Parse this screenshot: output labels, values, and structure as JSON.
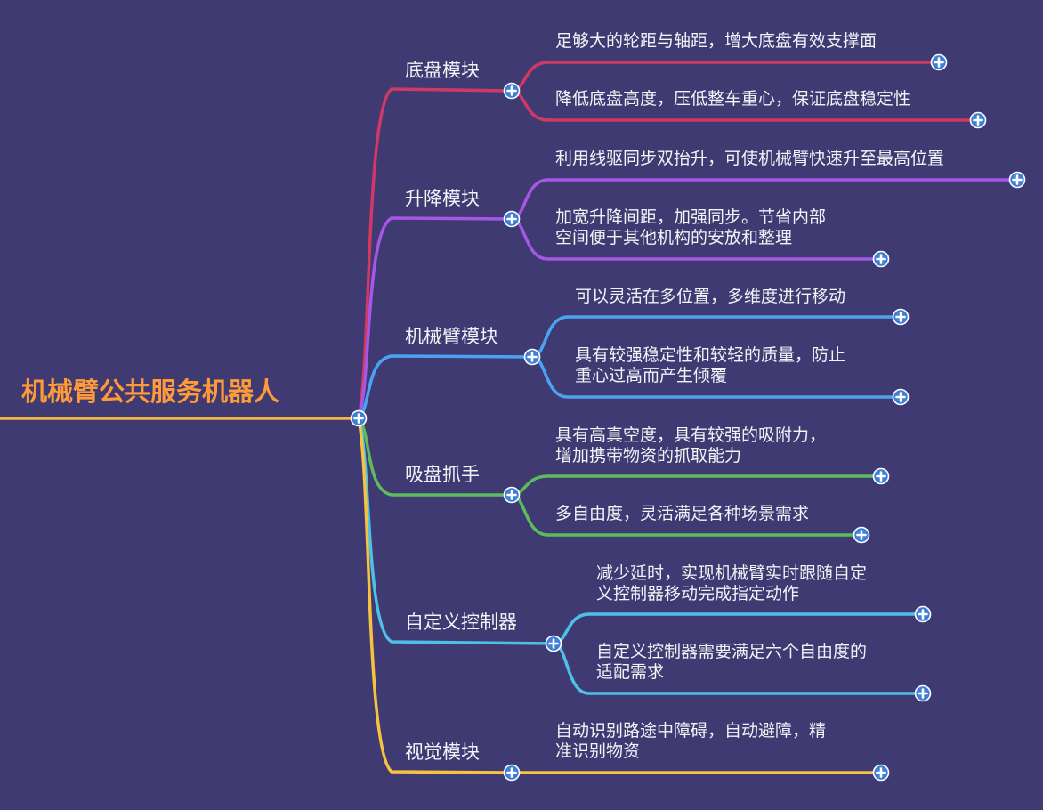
{
  "root": {
    "title": "机械臂公共服务机器人",
    "color": "#f5b342"
  },
  "branches": [
    {
      "label": "底盘模块",
      "color": "#cf3963",
      "leaves": [
        "足够大的轮距与轴距，增大底盘有效支撑面",
        "降低底盘高度，压低整车重心，保证底盘稳定性"
      ]
    },
    {
      "label": "升降模块",
      "color": "#a657e6",
      "leaves": [
        "利用线驱同步双抬升，可使机械臂快速升至最高位置",
        "加宽升降间距，加强同步。节省内部\n空间便于其他机构的安放和整理"
      ]
    },
    {
      "label": "机械臂模块",
      "color": "#4aa3f0",
      "leaves": [
        "可以灵活在多位置，多维度进行移动",
        "具有较强稳定性和较轻的质量，防止\n重心过高而产生倾覆"
      ]
    },
    {
      "label": "吸盘抓手",
      "color": "#5cbb5e",
      "leaves": [
        "具有高真空度，具有较强的吸附力，\n增加携带物资的抓取能力",
        "多自由度，灵活满足各种场景需求"
      ]
    },
    {
      "label": "自定义控制器",
      "color": "#4ec0e6",
      "leaves": [
        "减少延时，实现机械臂实时跟随自定\n义控制器移动完成指定动作",
        "自定义控制器需要满足六个自由度的\n适配需求"
      ]
    },
    {
      "label": "视觉模块",
      "color": "#f5c242",
      "leaves": [
        "自动识别路途中障碍，自动避障，精\n准识别物资"
      ]
    }
  ]
}
